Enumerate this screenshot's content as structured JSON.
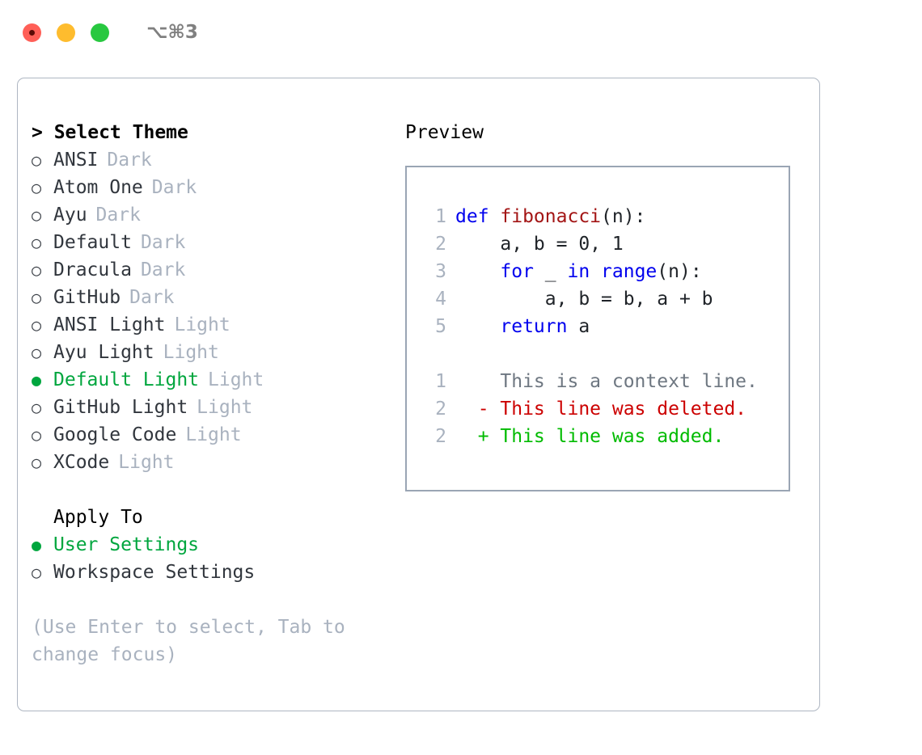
{
  "window": {
    "title": "⌥⌘3",
    "traffic_lights": [
      {
        "name": "close",
        "color": "#ff5f57"
      },
      {
        "name": "minimize",
        "color": "#febc2e"
      },
      {
        "name": "maximize",
        "color": "#28c840"
      }
    ]
  },
  "theme_picker": {
    "header": "> Select Theme",
    "selected_theme": "Default Light",
    "accent_color": "#00a63e",
    "muted_color": "#a9b2bf",
    "options": [
      {
        "bullet": "○",
        "label": "ANSI",
        "suffix": "Dark",
        "selected": false
      },
      {
        "bullet": "○",
        "label": "Atom One",
        "suffix": "Dark",
        "selected": false
      },
      {
        "bullet": "○",
        "label": "Ayu",
        "suffix": "Dark",
        "selected": false
      },
      {
        "bullet": "○",
        "label": "Default",
        "suffix": "Dark",
        "selected": false
      },
      {
        "bullet": "○",
        "label": "Dracula",
        "suffix": "Dark",
        "selected": false
      },
      {
        "bullet": "○",
        "label": "GitHub",
        "suffix": "Dark",
        "selected": false
      },
      {
        "bullet": "○",
        "label": "ANSI Light",
        "suffix": "Light",
        "selected": false
      },
      {
        "bullet": "○",
        "label": "Ayu Light",
        "suffix": "Light",
        "selected": false
      },
      {
        "bullet": "●",
        "label": "Default Light",
        "suffix": "Light",
        "selected": true
      },
      {
        "bullet": "○",
        "label": "GitHub Light",
        "suffix": "Light",
        "selected": false
      },
      {
        "bullet": "○",
        "label": "Google Code",
        "suffix": "Light",
        "selected": false
      },
      {
        "bullet": "○",
        "label": "XCode",
        "suffix": "Light",
        "selected": false
      }
    ]
  },
  "apply_to": {
    "header": "Apply To",
    "selected": "User Settings",
    "options": [
      {
        "bullet": "●",
        "label": "User Settings",
        "selected": true
      },
      {
        "bullet": "○",
        "label": "Workspace Settings",
        "selected": false
      }
    ]
  },
  "hint": "(Use Enter to select, Tab to change focus)",
  "preview": {
    "title": "Preview",
    "code_lines": [
      {
        "num": "1",
        "tokens": [
          {
            "t": "def ",
            "c": "kw"
          },
          {
            "t": "fibonacci",
            "c": "fn"
          },
          {
            "t": "(n):",
            "c": "plain"
          }
        ]
      },
      {
        "num": "2",
        "tokens": [
          {
            "t": "    a, b = 0, 1",
            "c": "plain"
          }
        ]
      },
      {
        "num": "3",
        "tokens": [
          {
            "t": "    ",
            "c": "plain"
          },
          {
            "t": "for",
            "c": "kw"
          },
          {
            "t": " _ ",
            "c": "plain"
          },
          {
            "t": "in",
            "c": "kw"
          },
          {
            "t": " ",
            "c": "plain"
          },
          {
            "t": "range",
            "c": "kw"
          },
          {
            "t": "(n):",
            "c": "plain"
          }
        ]
      },
      {
        "num": "4",
        "tokens": [
          {
            "t": "        a, b = b, a + b",
            "c": "plain"
          }
        ]
      },
      {
        "num": "5",
        "tokens": [
          {
            "t": "    ",
            "c": "plain"
          },
          {
            "t": "return",
            "c": "kw"
          },
          {
            "t": " a",
            "c": "plain"
          }
        ]
      }
    ],
    "diff_lines": [
      {
        "num": "1",
        "marker": "  ",
        "text": "This is a context line.",
        "kind": "diff-ctx"
      },
      {
        "num": "2",
        "marker": "- ",
        "text": "This line was deleted.",
        "kind": "diff-del"
      },
      {
        "num": "2",
        "marker": "+ ",
        "text": "This line was added.",
        "kind": "diff-add"
      }
    ]
  }
}
